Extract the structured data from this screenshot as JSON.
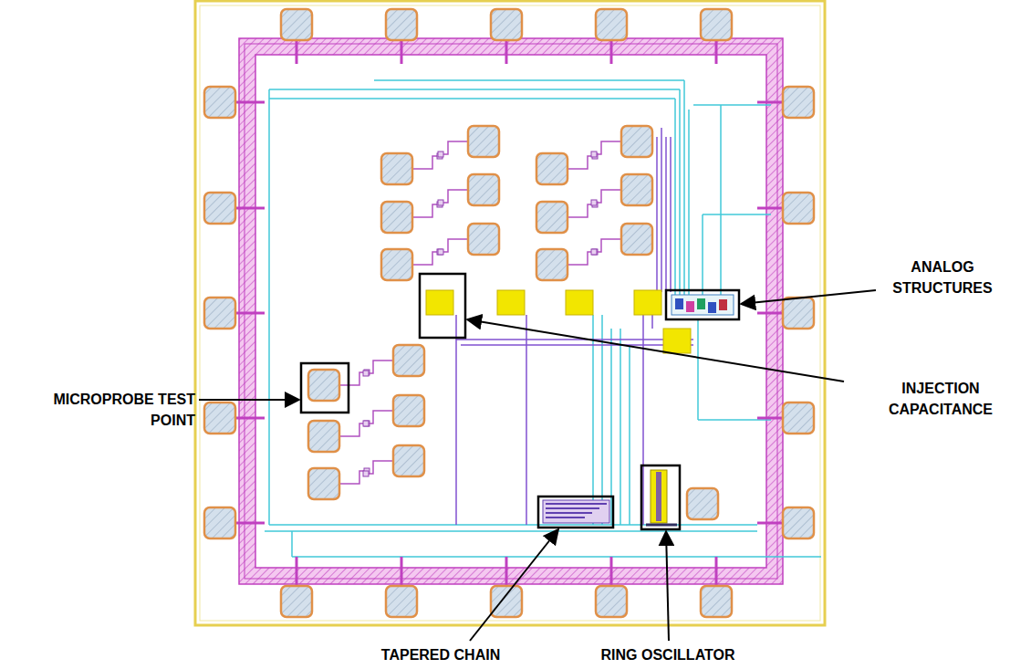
{
  "diagram": {
    "labels": [
      "ANALOG STRUCTURES",
      "INJECTION CAPACITANCE",
      "MICROPROBE TEST POINT",
      "TAPERED CHAIN",
      "RING OSCILLATOR"
    ]
  }
}
